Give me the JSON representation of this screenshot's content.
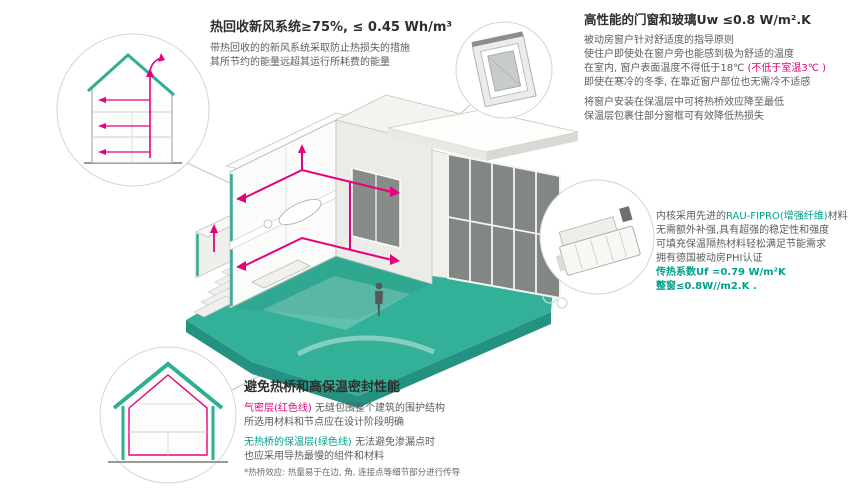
{
  "colors": {
    "teal": "#00A08A",
    "magenta": "#E5017D",
    "platform_teal": "#33B098"
  },
  "ventilation": {
    "title_main": "热回收新风系统",
    "title_value": "≥75%, ≤ 0.45 Wh/m³",
    "line1": "带热回收的的新风系统采取防止热损失的措施",
    "line2": "其所节约的能量远超其运行所耗费的能量"
  },
  "windows": {
    "title_main": "高性能的门窗和玻璃",
    "title_value": "Uw ≤0.8 W/m².K",
    "line1": "被动房窗户针对舒适度的指导原则",
    "line2": "使住户即使处在窗户旁也能感到极为舒适的温度",
    "line3_pre": "在室内, 窗户表面温度不得低于18℃ ",
    "line3_red": "(不低于室温3℃ )",
    "line4": "即使在寒冷的冬季, 在靠近窗户部位也无需冷不适感",
    "line5": "将窗户安装在保温层中可将热桥效应降至最低",
    "line6": "保温层包裹住部分窗框可有效降低热损失"
  },
  "profile": {
    "line1_pre": "内核采用先进的",
    "line1_highlight": "RAU-FIPRO(增强纤维)",
    "line1_post": "材料",
    "line2": "无需额外补强,具有超强的稳定性和强度",
    "line3": "可填充保温隔热材料轻松满足节能需求",
    "line4": "拥有德国被动房PHI认证",
    "value1": "传热系数Uf =0.79 W/m²K",
    "value2": "整窗≤0.8W//m2.K ."
  },
  "thermal": {
    "title": "避免热桥和高保温密封性能",
    "label_red": "气密层(红色线)",
    "line1_rest": " 无缝包围整个建筑的围护结构",
    "line2": "所选用材料和节点应在设计阶段明确",
    "label_green": "无热桥的保温层(绿色线)",
    "line3_rest": " 无法避免渗漏点时",
    "line4": "也应采用导热最慢的组件和材料",
    "footnote": "*热桥效应: 热量易于在边, 角, 连接点等细节部分进行传导"
  }
}
